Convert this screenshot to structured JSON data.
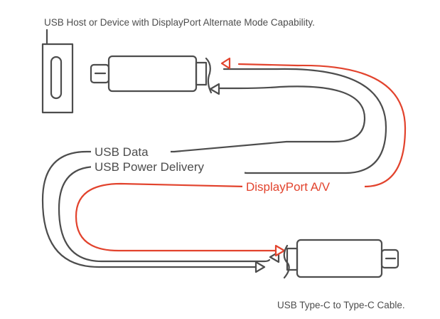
{
  "labels": {
    "host_title": "USB Host or Device with DisplayPort Alternate Mode Capability.",
    "cable_title": "USB Type-C to Type-C Cable.",
    "usb_data": "USB Data",
    "usb_power": "USB Power Delivery",
    "displayport": "DisplayPort A/V"
  },
  "colors": {
    "line": "#4d4d4d",
    "accent": "#e2432d",
    "background": "#ffffff"
  },
  "icons": {
    "host_port": "usb-c-port-icon",
    "connector": "usb-c-connector-icon"
  }
}
